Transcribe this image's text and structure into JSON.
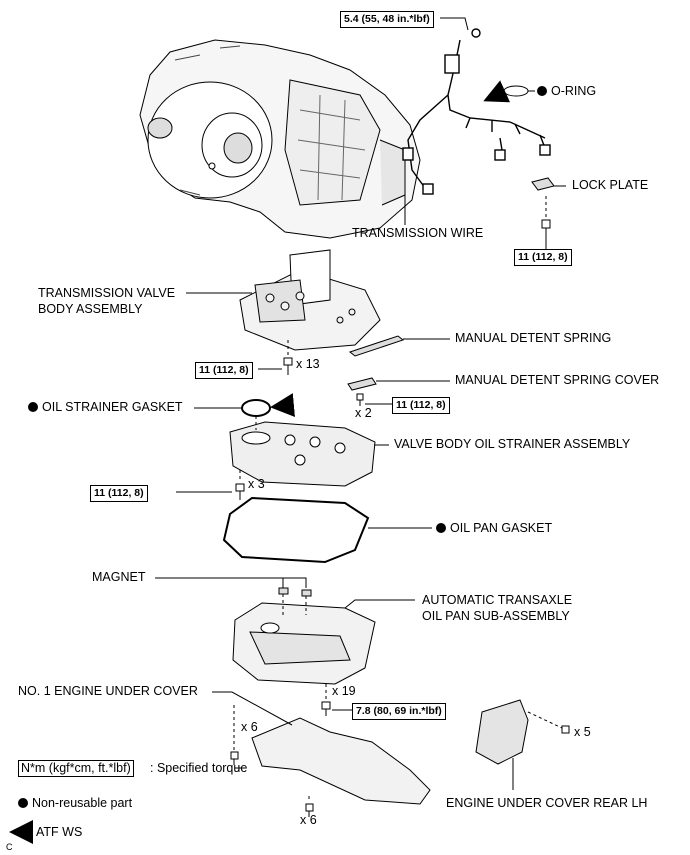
{
  "torques": {
    "harness_bolt": "5.4 (55, 48 in.*lbf)",
    "lock_plate_bolt": "11 (112, 8)",
    "valve_body_bolts": "11 (112, 8)",
    "detent_cover_bolts": "11 (112, 8)",
    "strainer_bolts": "11 (112, 8)",
    "oil_pan_bolts": "7.8 (80, 69 in.*lbf)"
  },
  "counts": {
    "valve_body": "x 13",
    "detent": "x 2",
    "strainer": "x 3",
    "oil_pan": "x 19",
    "under_cover_top": "x 6",
    "under_cover_bottom": "x 6",
    "rear_cover": "x 5"
  },
  "parts": {
    "o_ring": "O-RING",
    "lock_plate": "LOCK PLATE",
    "transmission_wire": "TRANSMISSION WIRE",
    "valve_body_line1": "TRANSMISSION VALVE",
    "valve_body_line2": "BODY ASSEMBLY",
    "manual_detent_spring": "MANUAL DETENT SPRING",
    "manual_detent_spring_cover": "MANUAL DETENT SPRING COVER",
    "oil_strainer_gasket": "OIL STRAINER GASKET",
    "valve_body_oil_strainer": "VALVE BODY OIL STRAINER ASSEMBLY",
    "oil_pan_gasket": "OIL PAN GASKET",
    "magnet": "MAGNET",
    "oil_pan_line1": "AUTOMATIC TRANSAXLE",
    "oil_pan_line2": "OIL PAN SUB-ASSEMBLY",
    "no1_under_cover": "NO. 1 ENGINE UNDER COVER",
    "under_cover_rear": "ENGINE UNDER COVER REAR LH"
  },
  "legend": {
    "torque_unit": "N*m (kgf*cm, ft.*lbf)",
    "torque_desc": ": Specified torque",
    "non_reusable": "Non-reusable part",
    "atf": "ATF WS"
  },
  "figure_code": "C",
  "colors": {
    "ink": "#000000",
    "part_fill": "#ffffff",
    "part_shade": "#cfcfcf"
  }
}
